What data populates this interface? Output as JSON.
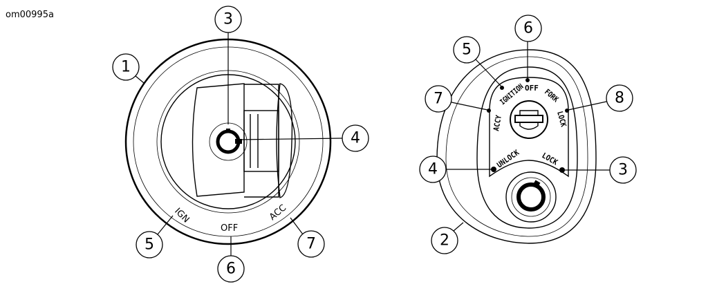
{
  "figure_id": "om00995a",
  "left_diagram": {
    "position_labels": {
      "ign": "IGN",
      "off": "OFF",
      "acc": "ACC"
    },
    "callouts": [
      "1",
      "3",
      "4",
      "5",
      "6",
      "7"
    ]
  },
  "right_diagram": {
    "position_labels": {
      "accy": "ACCY",
      "ignition": "IGNITION",
      "off": "OFF",
      "fork": "FORK",
      "lock_top": "LOCK",
      "unlock": "UNLOCK",
      "lock": "LOCK"
    },
    "callouts": [
      "6",
      "5",
      "7",
      "8",
      "4",
      "3",
      "2"
    ]
  }
}
